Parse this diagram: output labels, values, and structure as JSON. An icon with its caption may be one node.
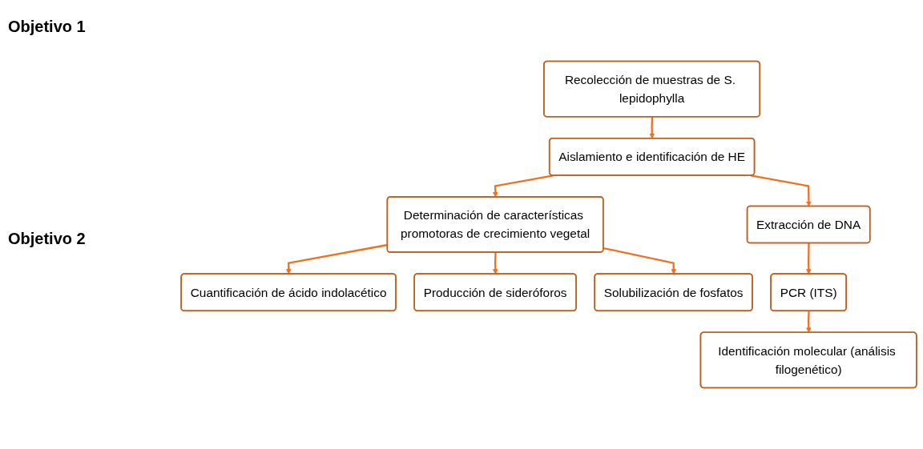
{
  "diagram": {
    "nodes": [
      {
        "text": [
          "Recolección de muestras de S. lepidophylla"
        ]
      },
      {
        "text": [
          "Aislamiento e identificación de HE"
        ]
      },
      {
        "text": [
          "Extracción de DNA"
        ]
      },
      {
        "text": [
          "PCR (ITS)"
        ]
      },
      {
        "text": [
          "Identificación molecular (análisis filogenético)"
        ]
      },
      {
        "text": [
          "Determinación de características promotoras de crecimiento vegetal"
        ]
      },
      {
        "text": [
          "Cuantificación de ácido indolacético"
        ]
      },
      {
        "text": [
          "Producción de sideróforos"
        ]
      },
      {
        "text": [
          "Solubilización de fosfatos"
        ]
      }
    ],
    "edges": [
      {
        "from": 0,
        "to": 1,
        "arrow": "to"
      },
      {
        "from": 1,
        "to": 2,
        "arrow": "to"
      },
      {
        "from": 2,
        "to": 3,
        "arrow": "to"
      },
      {
        "from": 3,
        "to": 4,
        "arrow": "to"
      },
      {
        "from": 1,
        "to": 5,
        "arrow": "to"
      },
      {
        "from": 5,
        "to": 6,
        "arrow": "to"
      },
      {
        "from": 5,
        "to": 7,
        "arrow": "to"
      },
      {
        "from": 5,
        "to": 8,
        "arrow": "to"
      }
    ],
    "labels": [
      "Objetivo 1",
      "Objetivo 2"
    ]
  }
}
